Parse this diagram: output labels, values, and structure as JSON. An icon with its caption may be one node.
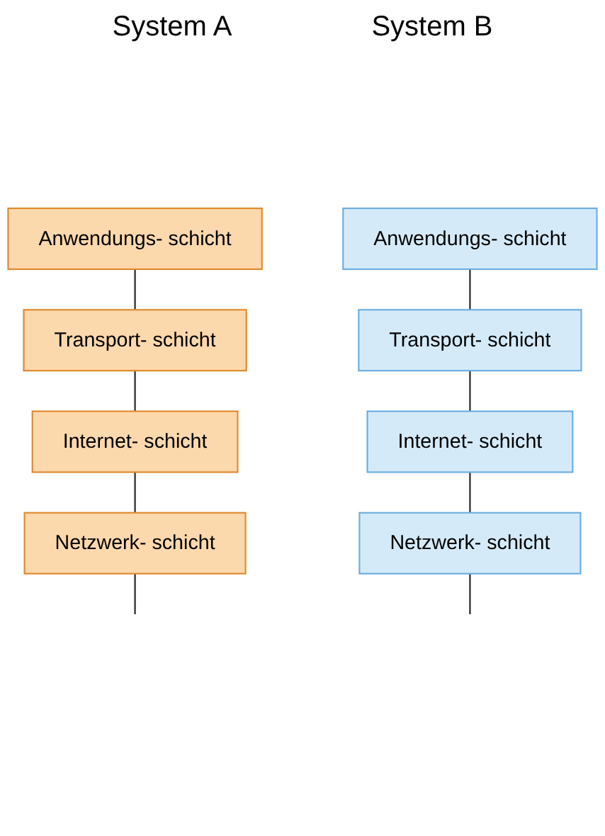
{
  "diagram": {
    "nodes": [
      {
        "text": [
          "Anwendungs- schicht"
        ]
      },
      {
        "text": [
          "Transport- schicht"
        ]
      },
      {
        "text": [
          "Internet- schicht"
        ]
      },
      {
        "text": [
          "Netzwerk- schicht"
        ]
      },
      {
        "text": [
          "Anwendungs- schicht"
        ]
      },
      {
        "text": [
          "Transport- schicht"
        ]
      },
      {
        "text": [
          "Internet- schicht"
        ]
      },
      {
        "text": [
          "Netzwerk- schicht"
        ]
      }
    ],
    "edges": [
      {
        "from": 0,
        "to": 1,
        "arrow": "none"
      },
      {
        "from": 1,
        "to": 2,
        "arrow": "none"
      },
      {
        "from": 2,
        "to": 3,
        "arrow": "none"
      },
      {
        "from": 3,
        "to": null,
        "arrow": "none"
      },
      {
        "from": 4,
        "to": 5,
        "arrow": "none"
      },
      {
        "from": 5,
        "to": 6,
        "arrow": "none"
      },
      {
        "from": 6,
        "to": 7,
        "arrow": "none"
      },
      {
        "from": 7,
        "to": null,
        "arrow": "none"
      }
    ],
    "labels": [
      "System A",
      "System B"
    ]
  }
}
